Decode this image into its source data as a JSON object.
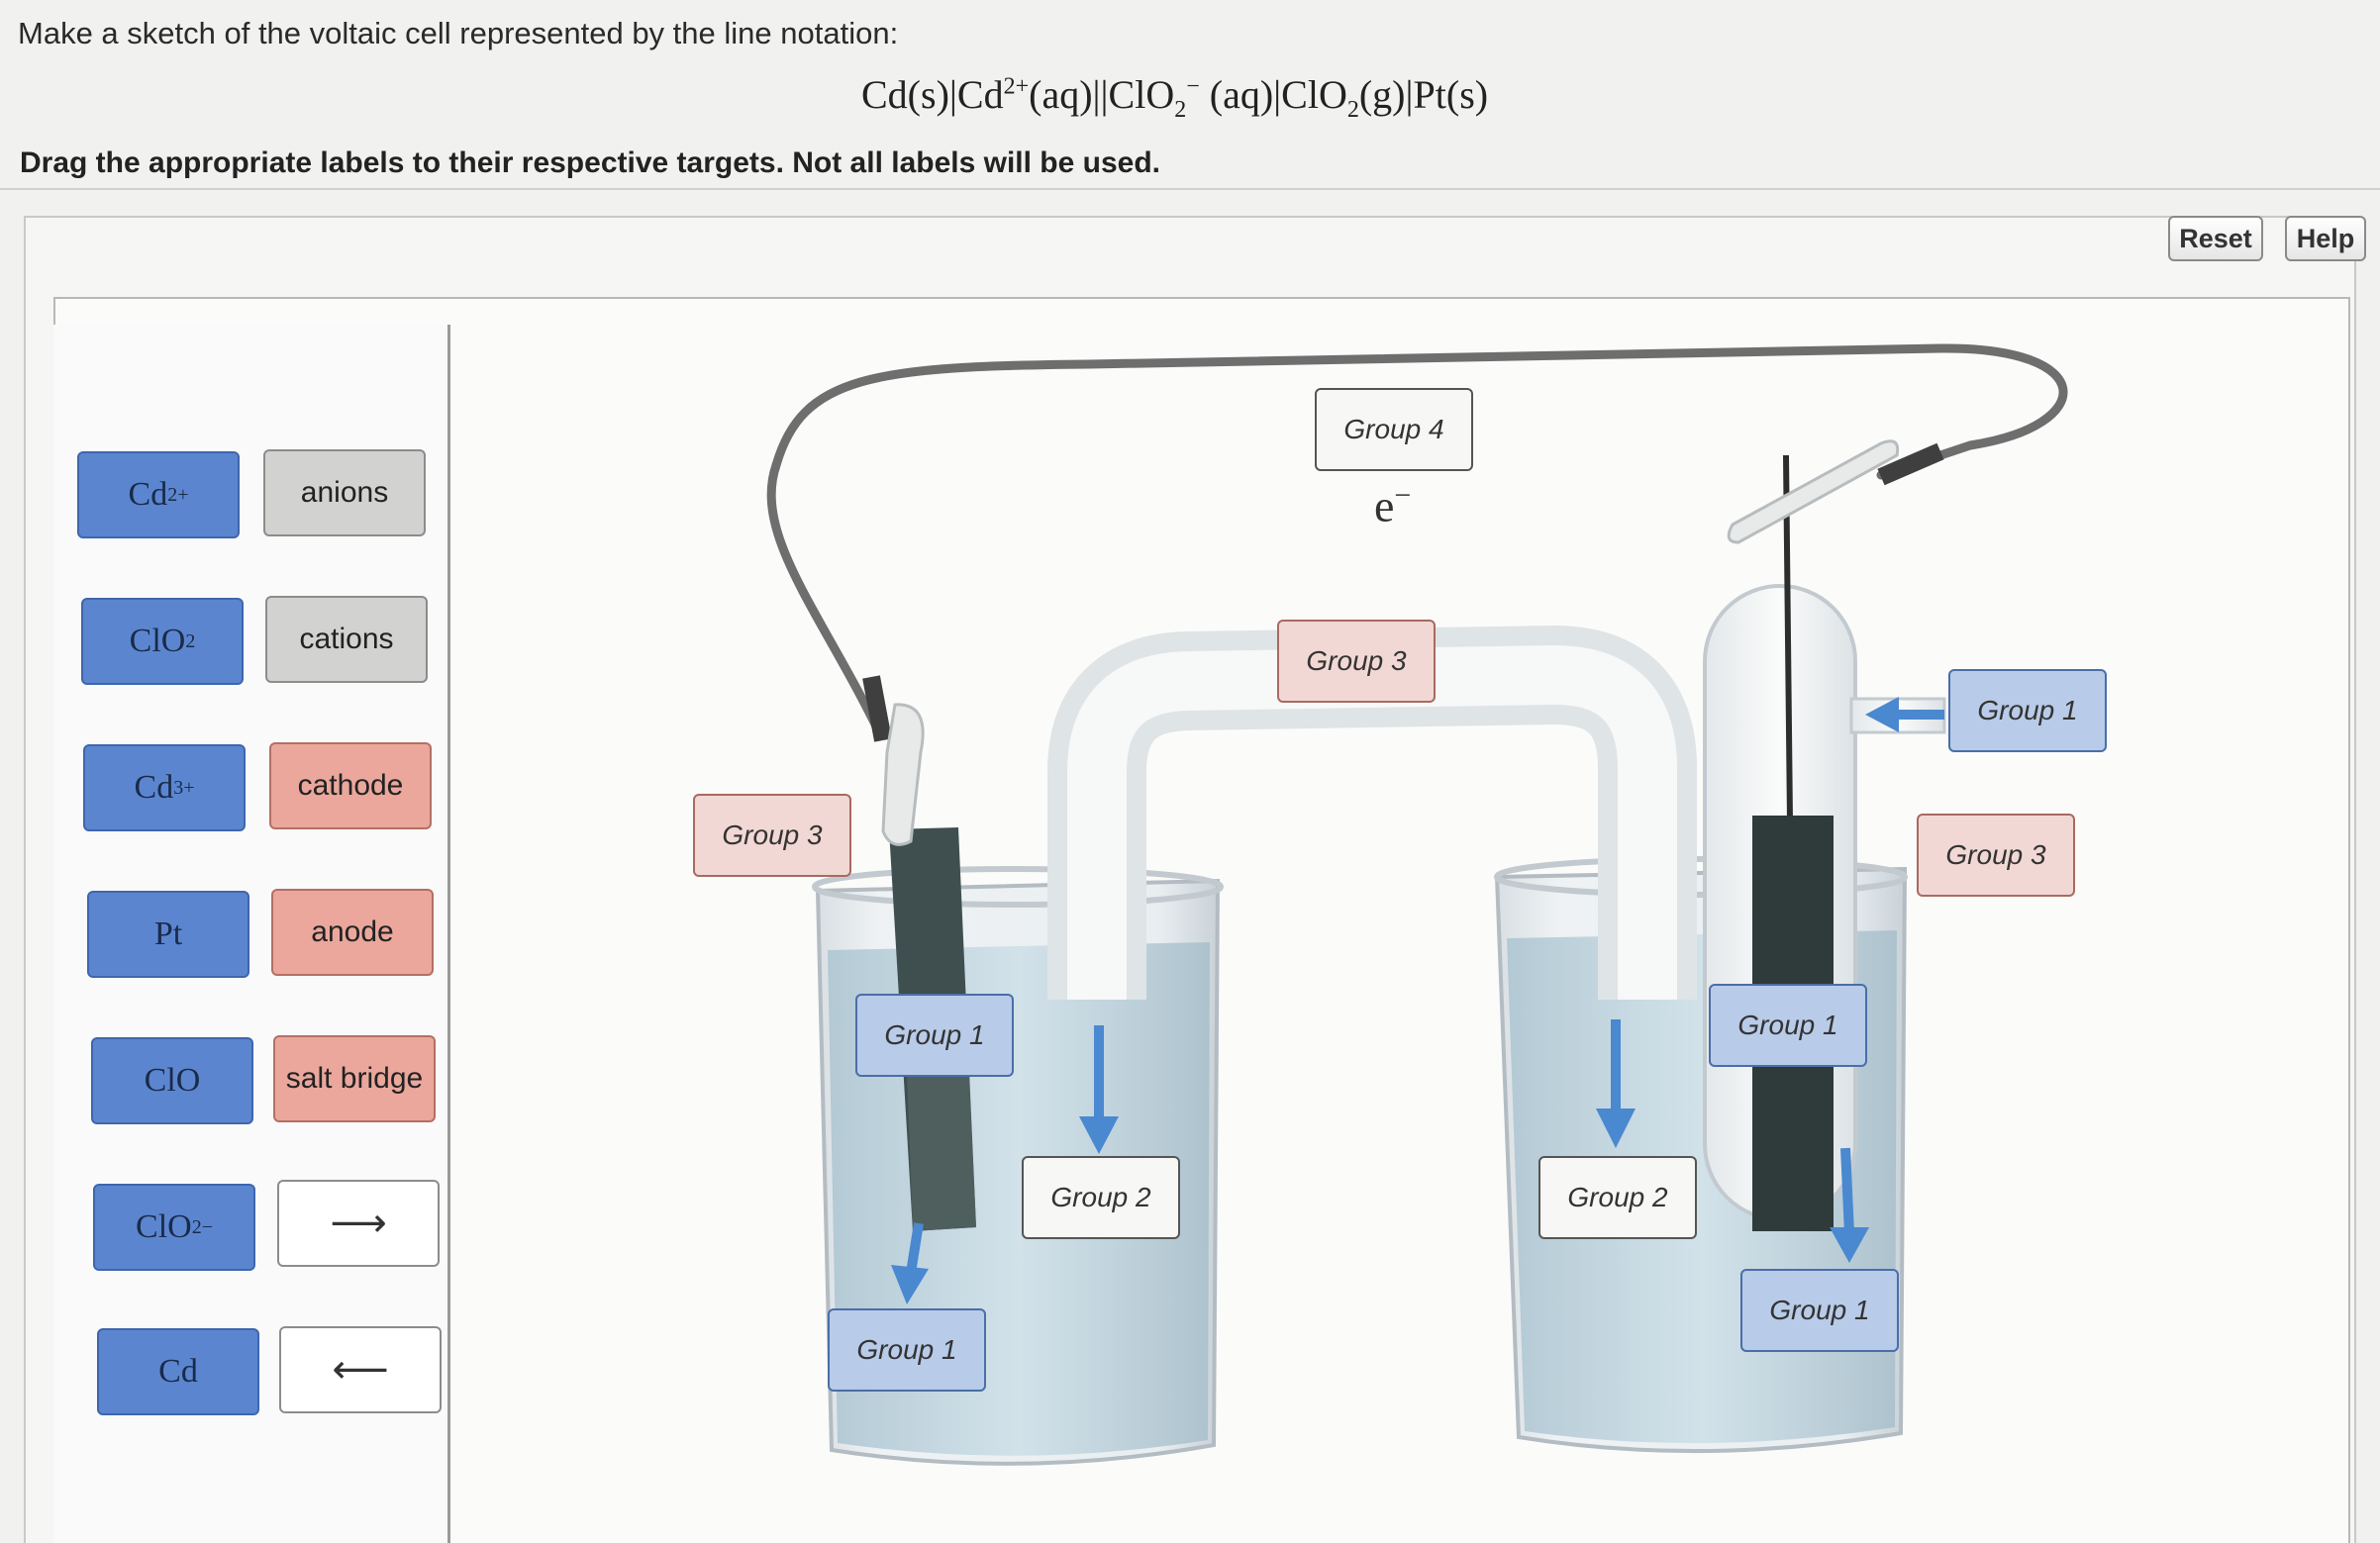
{
  "prompt": "Make a sketch of the voltaic cell represented by the line notation:",
  "notation": {
    "p1": "Cd(s)|Cd",
    "p1_sup": "2+",
    "p2": "(aq)||ClO",
    "p2_sub": "2",
    "p2_sup": "−",
    "p3": " (aq)|ClO",
    "p3_sub": "2",
    "p4": "(g)|Pt(s)"
  },
  "instruction": "Drag the appropriate labels to their respective targets. Not all labels will be used.",
  "toolbar": {
    "reset_label": "Reset",
    "help_label": "Help"
  },
  "palette": {
    "cd2plus": {
      "base": "Cd",
      "sup": "2+"
    },
    "clo2": {
      "base": "ClO",
      "sub": "2"
    },
    "cd3plus": {
      "base": "Cd",
      "sup": "3+"
    },
    "pt": "Pt",
    "clo": "ClO",
    "clo2minus": {
      "base": "ClO",
      "sub": "2",
      "sup": "−"
    },
    "cd": "Cd",
    "anions": "anions",
    "cations": "cations",
    "cathode": "cathode",
    "anode": "anode",
    "salt_bridge": "salt bridge",
    "arrow_right": "⟶",
    "arrow_left": "⟵"
  },
  "targets": {
    "group4": "Group 4",
    "electron_base": "e",
    "electron_sup": "−",
    "group3_bridge": "Group 3",
    "group3_left": "Group 3",
    "group3_right": "Group 3",
    "group1_gas": "Group 1",
    "group1_left_electrode": "Group 1",
    "group1_left_bottom": "Group 1",
    "group1_right_electrode": "Group 1",
    "group1_right_bottom": "Group 1",
    "group2_left": "Group 2",
    "group2_right": "Group 2"
  },
  "colors": {
    "species_chip": "#5b86cf",
    "term_chip": "#d2d2d0",
    "electrode_chip": "#eba79c",
    "group_blue": "#b8cbe8",
    "group_pink": "#f2d8d4",
    "arrow_blue": "#4a88d0"
  }
}
